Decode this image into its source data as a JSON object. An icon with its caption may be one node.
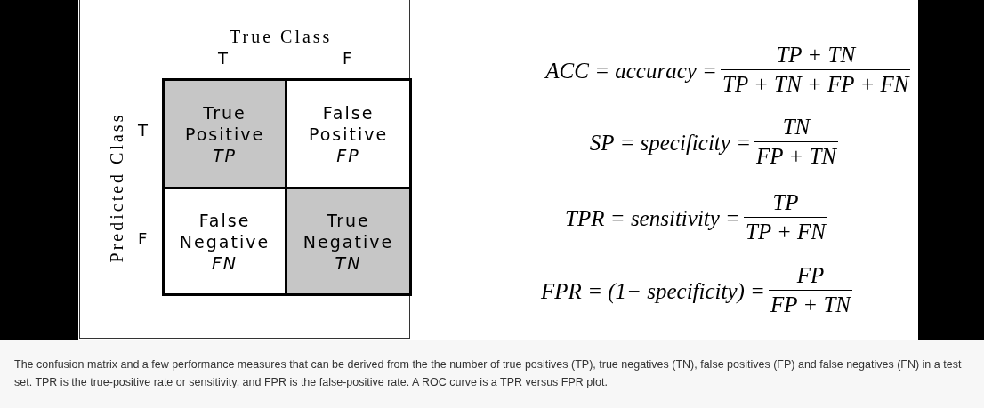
{
  "diagram": {
    "caption": "The confusion matrix and a few performance measures that can be derived from the the number of true positives (TP), true negatives (TN), false positives (FP) and false negatives (FN) in a test set. TPR is the true-positive rate or sensitivity, and FPR is the false-positive rate. A ROC curve is a TPR versus FPR plot.",
    "nodes": [
      {
        "text": [
          "True Positive",
          "TP"
        ]
      },
      {
        "text": [
          "False Positive",
          "FP"
        ]
      },
      {
        "text": [
          "False Negative",
          "FN"
        ]
      },
      {
        "text": [
          "True Negative",
          "TN"
        ]
      }
    ],
    "labels": [
      "True Class",
      "T",
      "F",
      "Predicted Class",
      "T",
      "F",
      "ACC = accuracy =",
      "TP + TN",
      "TP + TN + FP + FN",
      "SP = specificity =",
      "TN",
      "FP + TN",
      "TPR = sensitivity =",
      "TP",
      "TP + FN",
      "FPR = (1− specificity) =",
      "FP",
      "FP + TN"
    ]
  }
}
